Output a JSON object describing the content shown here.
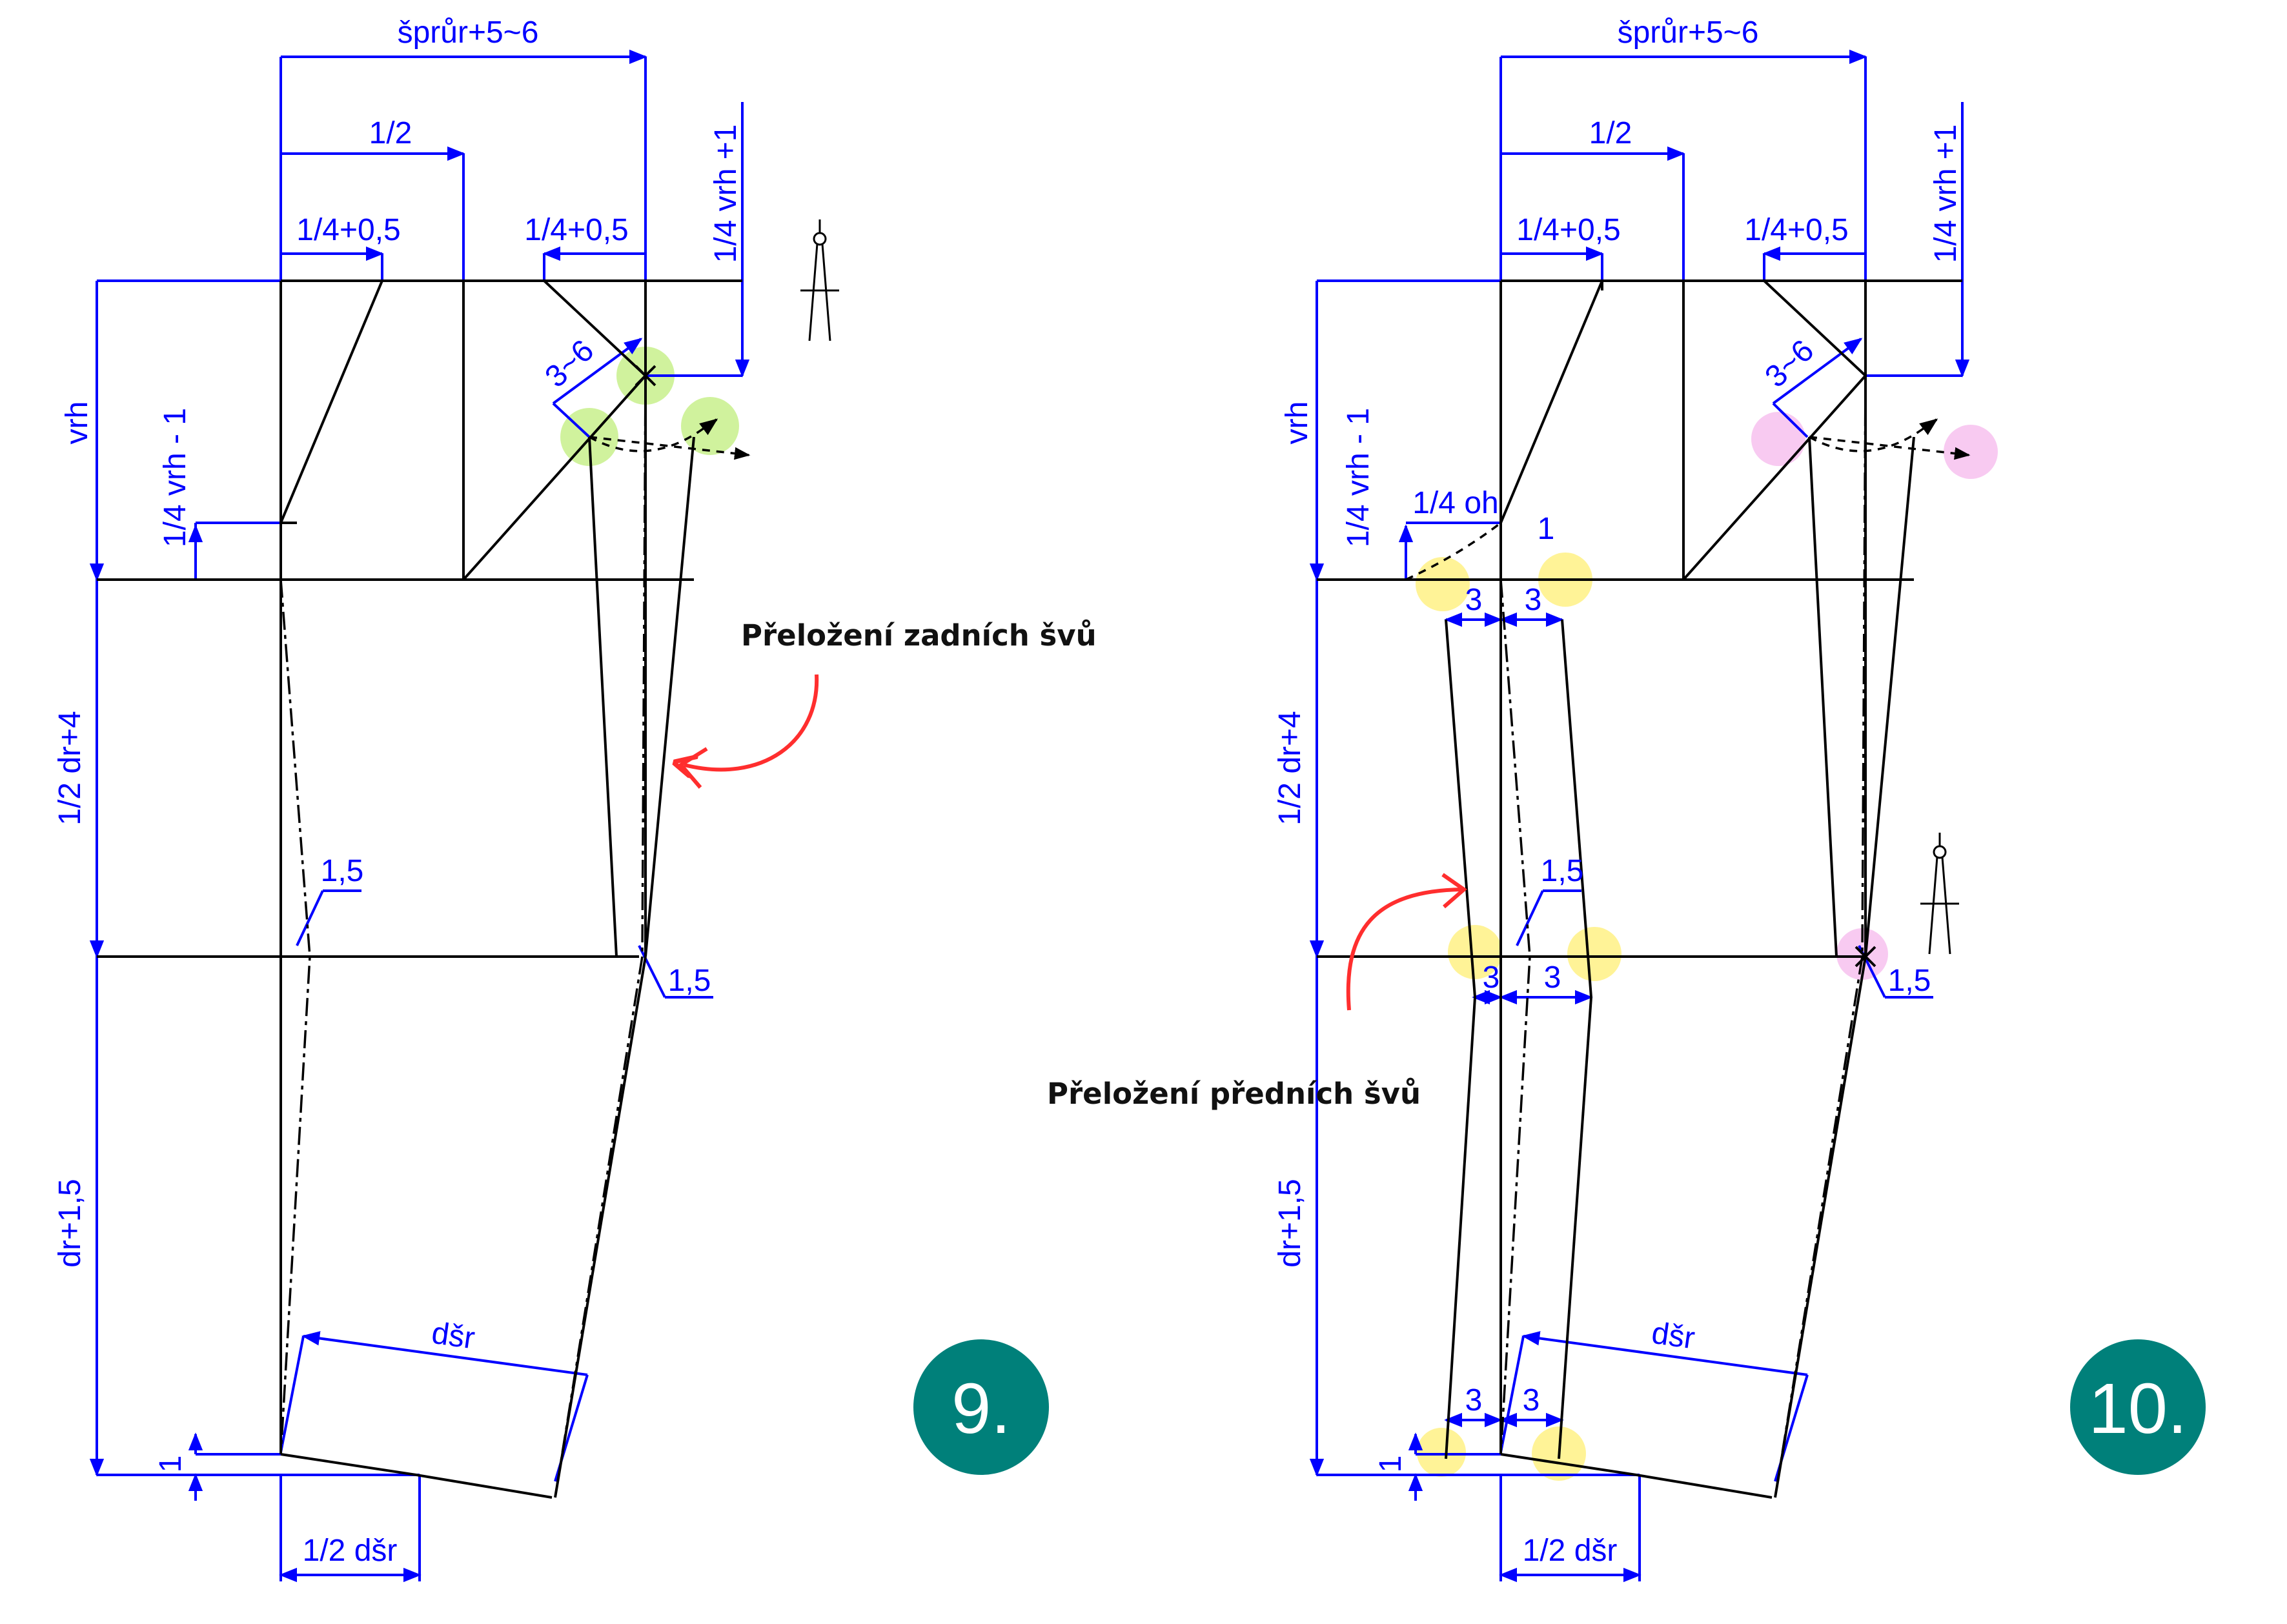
{
  "colors": {
    "construction": "#0000ff",
    "pattern": "#000000",
    "arrow": "#ff2e2e",
    "badge": "#00807a",
    "highlight_green": "#c8f08c",
    "highlight_yellow": "#fff28c",
    "highlight_pink": "#f7c4ef"
  },
  "icons": [
    "compass-icon",
    "curved-arrow-icon"
  ],
  "diagram_9": {
    "badge": "9.",
    "note": "Přeložení zadních švů",
    "labels": {
      "top_width": "šprůr+5~6",
      "half": "1/2",
      "quarter_left": "1/4+0,5",
      "quarter_right": "1/4+0,5",
      "quarter_vrh_plus": "1/4 vrh +1",
      "dart": "3~6",
      "vrh": "vrh",
      "quarter_vrh_minus": "1/4 vrh - 1",
      "half_dr": "1/2 dr+4",
      "knee_offset": "1,5",
      "knee_side": "1,5",
      "dr": "dr+1,5",
      "hem_width": "dšr",
      "hem_drop": "1",
      "half_hem": "1/2 dšr"
    }
  },
  "diagram_10": {
    "badge": "10.",
    "note": "Přeložení předních švů",
    "labels": {
      "top_width": "šprůr+5~6",
      "half": "1/2",
      "quarter_left": "1/4+0,5",
      "quarter_right": "1/4+0,5",
      "quarter_vrh_plus": "1/4 vrh +1",
      "dart": "3~6",
      "vrh": "vrh",
      "quarter_vrh_minus": "1/4 vrh - 1",
      "quarter_oh": "1/4 oh",
      "point_one": "1",
      "seat_left": "3",
      "seat_right": "3",
      "half_dr": "1/2 dr+4",
      "knee_offset": "1,5",
      "knee_left": "3",
      "knee_right": "3",
      "knee_side": "1,5",
      "dr": "dr+1,5",
      "hem_width": "dšr",
      "hem_left": "3",
      "hem_right": "3",
      "hem_drop": "1",
      "half_hem": "1/2 dšr"
    }
  }
}
